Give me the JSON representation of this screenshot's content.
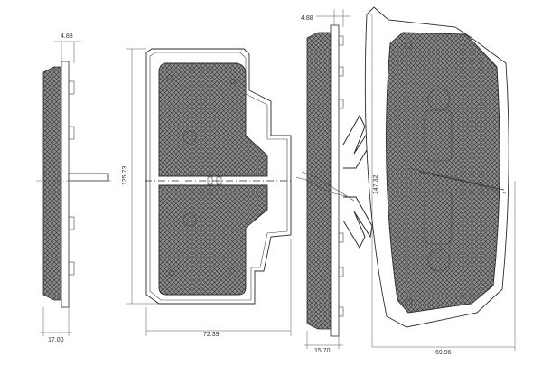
{
  "dimensions": {
    "left_pad_thickness_top": "4.88",
    "left_pad_thickness_bottom": "17.00",
    "center_pad_height": "125.73",
    "center_pad_width": "72.39",
    "side_view_thickness_top": "4.88",
    "side_view_thickness_bottom": "15.70",
    "curved_pad_height": "147.32",
    "curved_pad_width": "69.96"
  },
  "colors": {
    "friction_fill": "#8a8a8a",
    "outline": "#2b2b2b"
  }
}
